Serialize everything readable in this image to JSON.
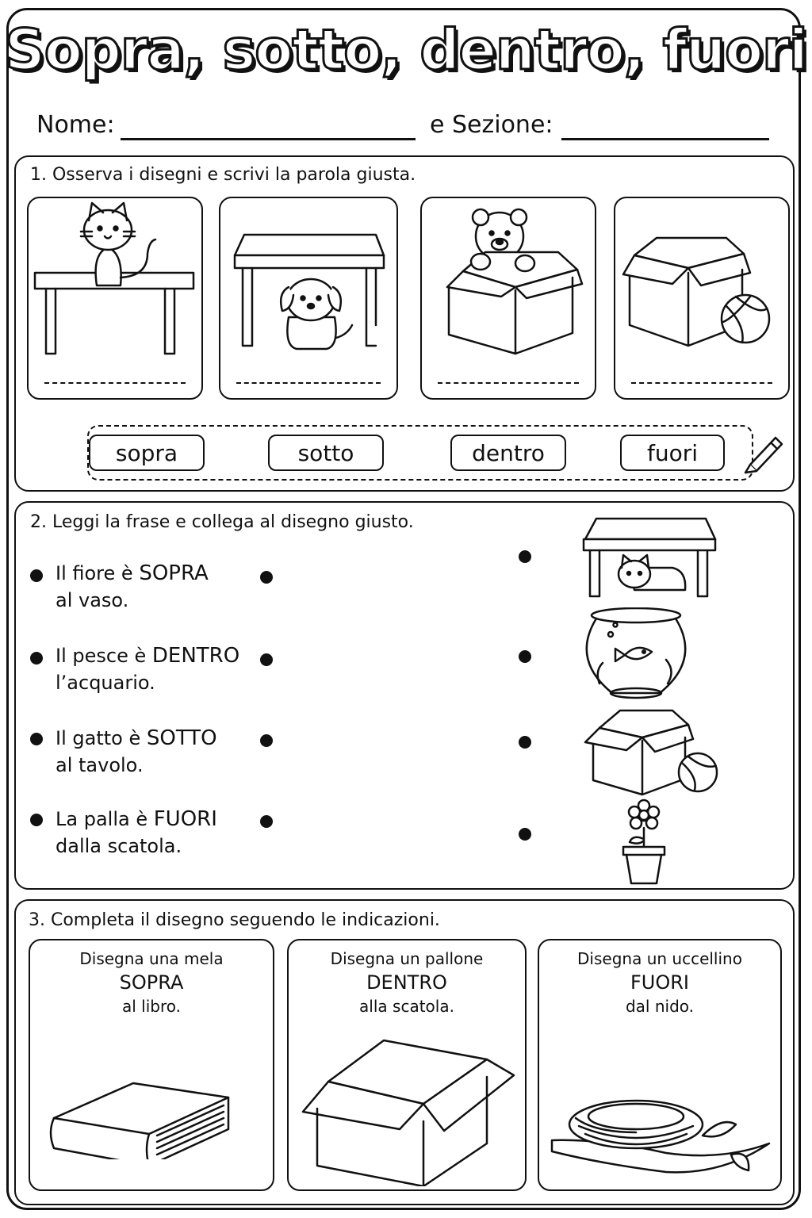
{
  "title": "Sopra, sotto, dentro, fuori",
  "header": {
    "name_label": "Nome:",
    "section_label": "e Sezione:"
  },
  "section1": {
    "instruction": "1. Osserva i disegni e scrivi la parola giusta.",
    "pictures": [
      "cat-on-table",
      "dog-under-table",
      "bear-in-box",
      "ball-outside-box"
    ],
    "word_bank": [
      "sopra",
      "sotto",
      "dentro",
      "fuori"
    ]
  },
  "section2": {
    "instruction": "2. Leggi la frase e collega al disegno giusto.",
    "sentences": [
      {
        "line1": "Il fiore è ",
        "key": "SOPRA",
        "line2": "al vaso."
      },
      {
        "line1": "Il pesce è ",
        "key": "DENTRO",
        "line2": "l’acquario."
      },
      {
        "line1": "Il gatto è ",
        "key": "SOTTO",
        "line2": "al tavolo."
      },
      {
        "line1": "La palla è ",
        "key": "FUORI",
        "line2": "dalla scatola."
      }
    ],
    "pictures": [
      "cat-under-table",
      "fish-in-bowl",
      "ball-outside-box",
      "flower-in-pot"
    ]
  },
  "section3": {
    "instruction": "3. Completa il disegno seguendo le indicazioni.",
    "tasks": [
      {
        "line1": "Disegna una mela",
        "key": "SOPRA",
        "line2": "al libro."
      },
      {
        "line1": "Disegna un pallone",
        "key": "DENTRO",
        "line2": "alla scatola."
      },
      {
        "line1": "Disegna un uccellino",
        "key": "FUORI",
        "line2": "dal nido."
      }
    ]
  }
}
